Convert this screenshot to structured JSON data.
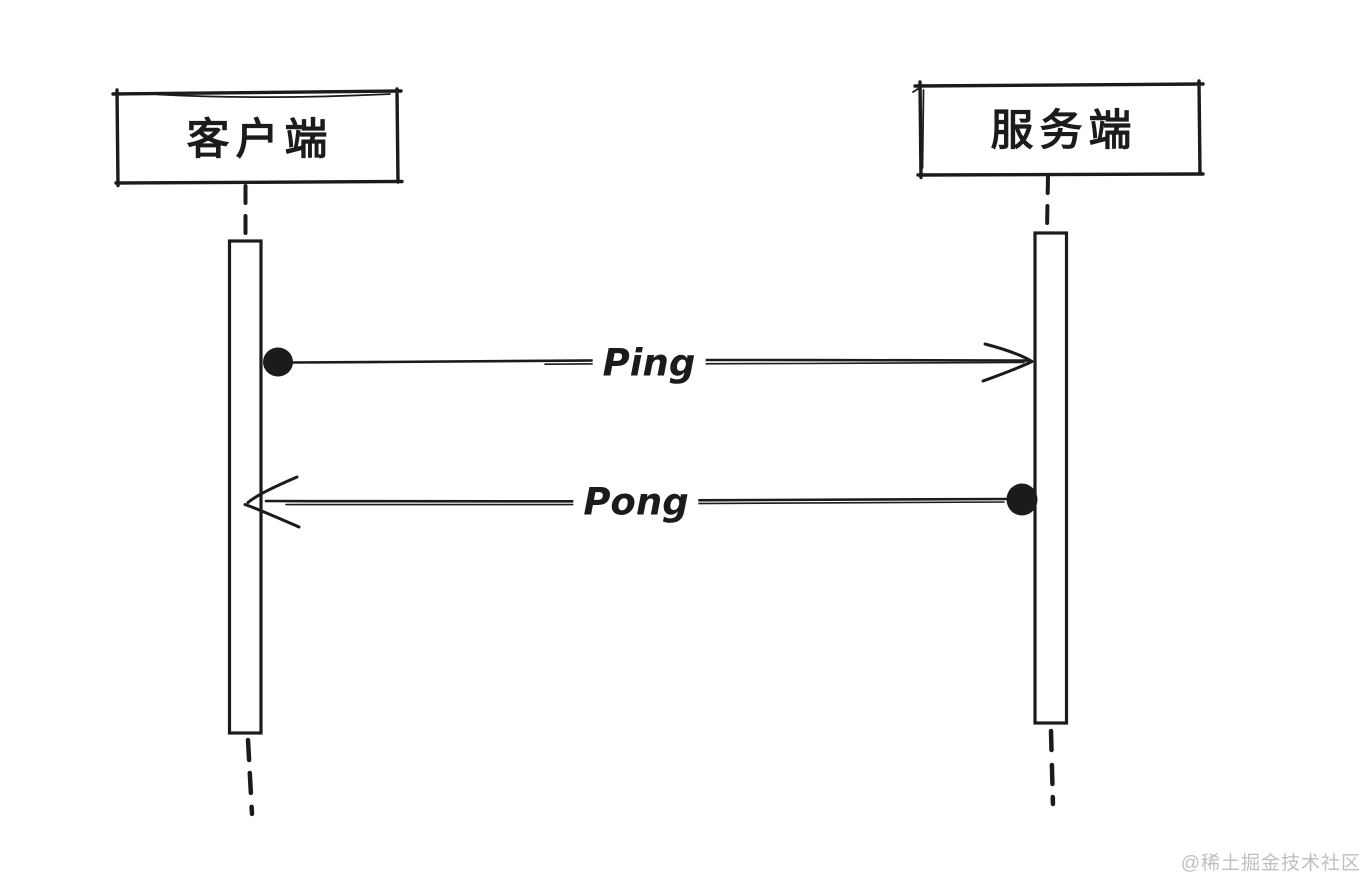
{
  "diagram": {
    "type": "sequence-diagram",
    "style": "hand-drawn",
    "actors": [
      {
        "id": "client",
        "label": "客户端"
      },
      {
        "id": "server",
        "label": "服务端"
      }
    ],
    "messages": [
      {
        "id": "ping",
        "label": "Ping",
        "from": "客户端",
        "to": "服务端",
        "direction": "left-to-right"
      },
      {
        "id": "pong",
        "label": "Pong",
        "from": "服务端",
        "to": "客户端",
        "direction": "right-to-left"
      }
    ]
  },
  "watermark": {
    "text": "@稀土掘金技术社区"
  },
  "colors": {
    "ink": "#1b1b1b",
    "background": "#ffffff",
    "watermark": "#bfbfbf"
  }
}
